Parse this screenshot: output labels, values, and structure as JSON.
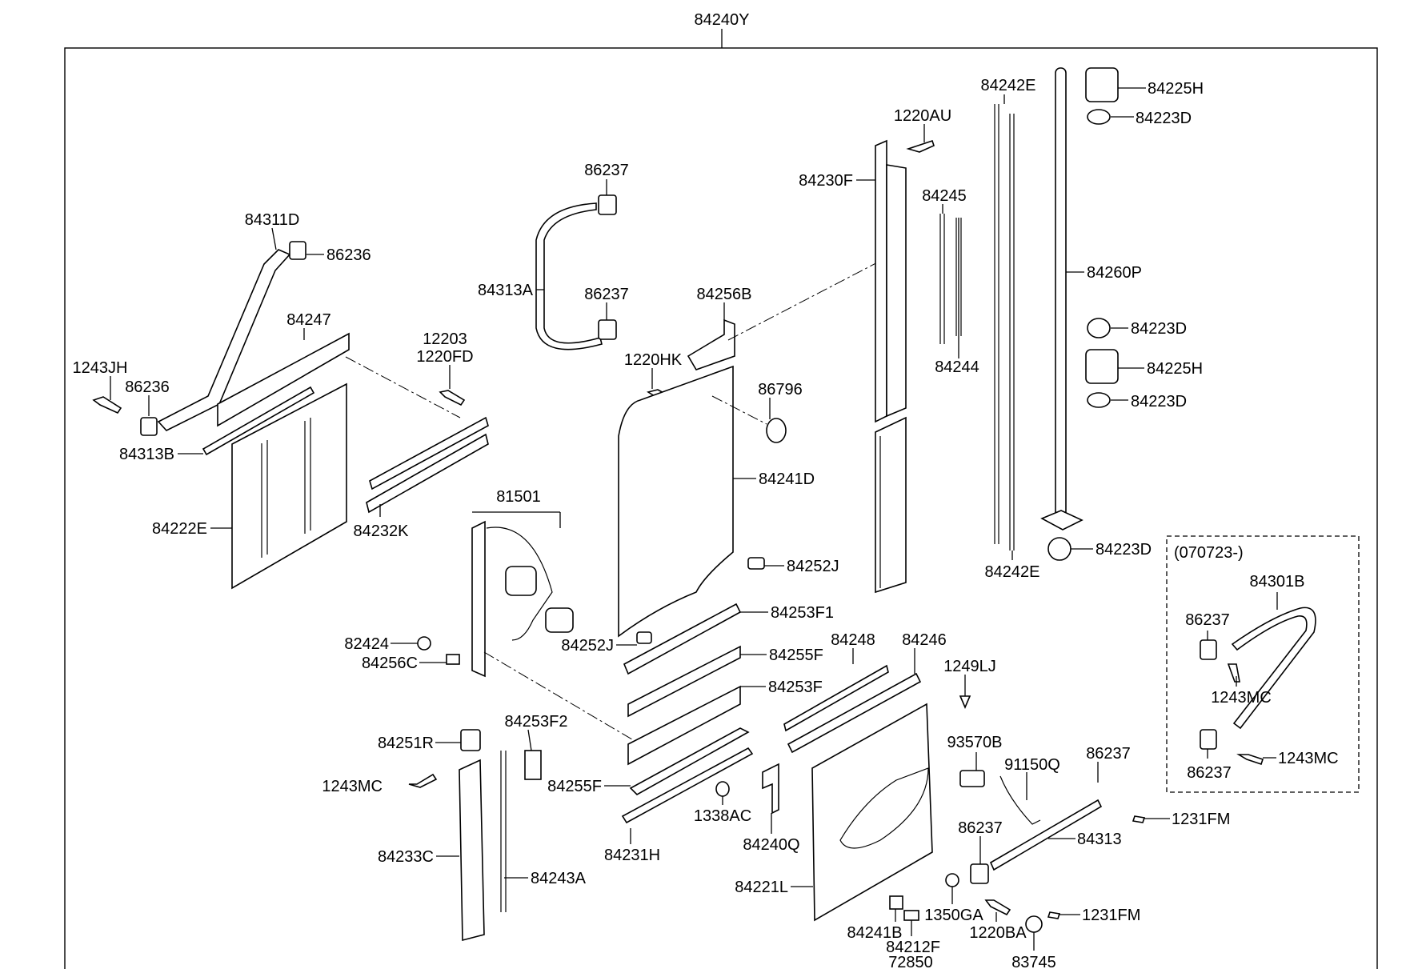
{
  "diagram": {
    "assembly": "84240Y",
    "inset_note": "(070723-)",
    "parts": [
      {
        "id": "p-84225H-top",
        "label": "84225H"
      },
      {
        "id": "p-84223D-1",
        "label": "84223D"
      },
      {
        "id": "p-84242E-top",
        "label": "84242E"
      },
      {
        "id": "p-1220AU",
        "label": "1220AU"
      },
      {
        "id": "p-84230F",
        "label": "84230F"
      },
      {
        "id": "p-84245",
        "label": "84245"
      },
      {
        "id": "p-84260P",
        "label": "84260P"
      },
      {
        "id": "p-86237-a",
        "label": "86237"
      },
      {
        "id": "p-84311D",
        "label": "84311D"
      },
      {
        "id": "p-86236-a",
        "label": "86236"
      },
      {
        "id": "p-84313A",
        "label": "84313A"
      },
      {
        "id": "p-86237-b",
        "label": "86237"
      },
      {
        "id": "p-84256B",
        "label": "84256B"
      },
      {
        "id": "p-84223D-2",
        "label": "84223D"
      },
      {
        "id": "p-84247",
        "label": "84247"
      },
      {
        "id": "p-84225H-mid",
        "label": "84225H"
      },
      {
        "id": "p-12203",
        "label": "12203"
      },
      {
        "id": "p-1220FD",
        "label": "1220FD"
      },
      {
        "id": "p-1220HK",
        "label": "1220HK"
      },
      {
        "id": "p-84244",
        "label": "84244"
      },
      {
        "id": "p-1243JH",
        "label": "1243JH"
      },
      {
        "id": "p-86236-b",
        "label": "86236"
      },
      {
        "id": "p-86796",
        "label": "86796"
      },
      {
        "id": "p-84223D-3",
        "label": "84223D"
      },
      {
        "id": "p-84313B",
        "label": "84313B"
      },
      {
        "id": "p-84241D",
        "label": "84241D"
      },
      {
        "id": "p-81501",
        "label": "81501"
      },
      {
        "id": "p-84222E",
        "label": "84222E"
      },
      {
        "id": "p-84232K",
        "label": "84232K"
      },
      {
        "id": "p-84223D-4",
        "label": "84223D"
      },
      {
        "id": "p-84252J-a",
        "label": "84252J"
      },
      {
        "id": "p-84242E-bot",
        "label": "84242E"
      },
      {
        "id": "p-84301B",
        "label": "84301B"
      },
      {
        "id": "p-84253F1",
        "label": "84253F1"
      },
      {
        "id": "p-86237-c",
        "label": "86237"
      },
      {
        "id": "p-82424",
        "label": "82424"
      },
      {
        "id": "p-84252J-b",
        "label": "84252J"
      },
      {
        "id": "p-84248",
        "label": "84248"
      },
      {
        "id": "p-84246",
        "label": "84246"
      },
      {
        "id": "p-84256C",
        "label": "84256C"
      },
      {
        "id": "p-84255F-a",
        "label": "84255F"
      },
      {
        "id": "p-1249LJ",
        "label": "1249LJ"
      },
      {
        "id": "p-84253F",
        "label": "84253F"
      },
      {
        "id": "p-1243MC-a",
        "label": "1243MC"
      },
      {
        "id": "p-84253F2",
        "label": "84253F2"
      },
      {
        "id": "p-84251R",
        "label": "84251R"
      },
      {
        "id": "p-93570B",
        "label": "93570B"
      },
      {
        "id": "p-1243MC-b",
        "label": "1243MC"
      },
      {
        "id": "p-86237-d",
        "label": "86237"
      },
      {
        "id": "p-91150Q",
        "label": "91150Q"
      },
      {
        "id": "p-1243MC-c",
        "label": "1243MC"
      },
      {
        "id": "p-86237-e",
        "label": "86237"
      },
      {
        "id": "p-84255F-b",
        "label": "84255F"
      },
      {
        "id": "p-1231FM-a",
        "label": "1231FM"
      },
      {
        "id": "p-1338AC",
        "label": "1338AC"
      },
      {
        "id": "p-84313",
        "label": "84313"
      },
      {
        "id": "p-86237-f",
        "label": "86237"
      },
      {
        "id": "p-84233C",
        "label": "84233C"
      },
      {
        "id": "p-84231H",
        "label": "84231H"
      },
      {
        "id": "p-84240Q",
        "label": "84240Q"
      },
      {
        "id": "p-84243A",
        "label": "84243A"
      },
      {
        "id": "p-84221L",
        "label": "84221L"
      },
      {
        "id": "p-1350GA",
        "label": "1350GA"
      },
      {
        "id": "p-1231FM-b",
        "label": "1231FM"
      },
      {
        "id": "p-84241B",
        "label": "84241B"
      },
      {
        "id": "p-1220BA",
        "label": "1220BA"
      },
      {
        "id": "p-84212F",
        "label": "84212F"
      },
      {
        "id": "p-72850",
        "label": "72850"
      },
      {
        "id": "p-83745",
        "label": "83745"
      }
    ]
  }
}
